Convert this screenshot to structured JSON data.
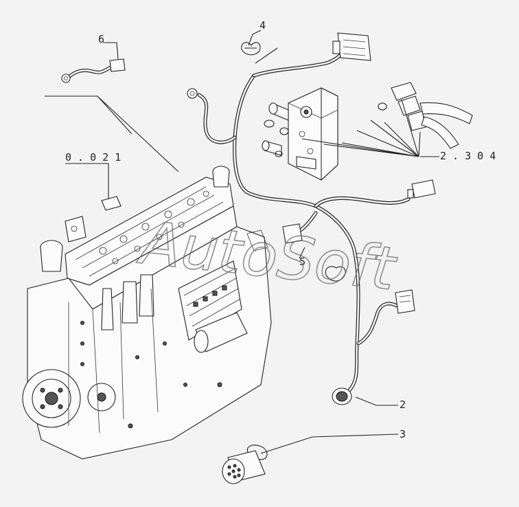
{
  "diagram": {
    "watermark": "AutoSoft",
    "callouts": [
      {
        "id": "label-6",
        "text": "6"
      },
      {
        "id": "label-4",
        "text": "4"
      },
      {
        "id": "label-0021",
        "text": "0 . 0 2 1"
      },
      {
        "id": "label-2304",
        "text": "2 . 3 0 4"
      },
      {
        "id": "label-5",
        "text": "5"
      },
      {
        "id": "label-2",
        "text": "2"
      },
      {
        "id": "label-3",
        "text": "3"
      }
    ]
  }
}
